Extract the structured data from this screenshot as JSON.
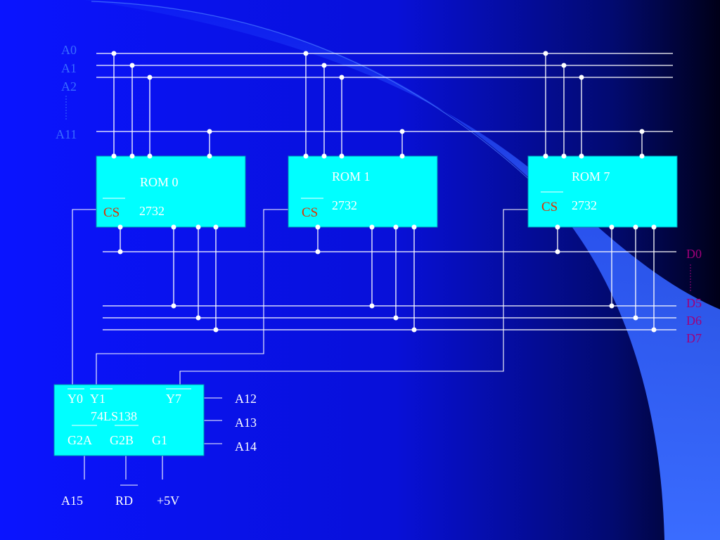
{
  "address_bus": {
    "labels": [
      "A0",
      "A1",
      "A2",
      "A11"
    ]
  },
  "data_bus": {
    "labels": [
      "D0",
      "D5",
      "D6",
      "D7"
    ]
  },
  "roms": [
    {
      "title": "ROM 0",
      "chip": "2732",
      "cs": "CS"
    },
    {
      "title": "ROM 1",
      "chip": "2732",
      "cs": "CS"
    },
    {
      "title": "ROM 7",
      "chip": "2732",
      "cs": "CS"
    }
  ],
  "decoder": {
    "outputs": [
      "Y0",
      "Y1",
      "Y7"
    ],
    "chip": "74LS138",
    "enables": [
      "G2A",
      "G2B",
      "G1"
    ],
    "select_inputs": [
      "A12",
      "A13",
      "A14"
    ],
    "enable_inputs": [
      "A15",
      "RD",
      "+5V"
    ]
  },
  "colors": {
    "background_left": "#0a14ff",
    "background_right": "#000020",
    "wire": "#ffffff",
    "chip_fill": "#00ffff",
    "cs_text": "#e03000",
    "address_label": "#3a6cff",
    "data_label": "#a0007a",
    "sweep": "#3a6cff"
  }
}
